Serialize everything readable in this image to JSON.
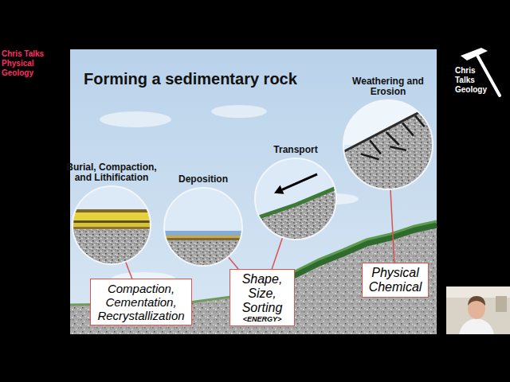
{
  "diagram": {
    "title": "Forming a sedimentary rock",
    "nodes": [
      {
        "text": [
          "Burial, Compaction, and Lithification"
        ]
      },
      {
        "text": [
          "Deposition"
        ]
      },
      {
        "text": [
          "Transport"
        ]
      },
      {
        "text": [
          "Weathering and Erosion"
        ]
      },
      {
        "text": [
          "Compaction, Cementation, Recrystallization"
        ]
      },
      {
        "text": [
          "Shape, Size, Sorting",
          "<ENERGY>"
        ]
      },
      {
        "text": [
          "Physical Chemical"
        ]
      }
    ],
    "edges": [
      {
        "from": 0,
        "to": 4,
        "arrow": "none"
      },
      {
        "from": 1,
        "to": 5,
        "arrow": "none"
      },
      {
        "from": 2,
        "to": 5,
        "arrow": "none"
      },
      {
        "from": 3,
        "to": 6,
        "arrow": "none"
      }
    ],
    "labels": [
      "Chris Talks Physical Geology",
      "Chris Talks Geology"
    ]
  }
}
